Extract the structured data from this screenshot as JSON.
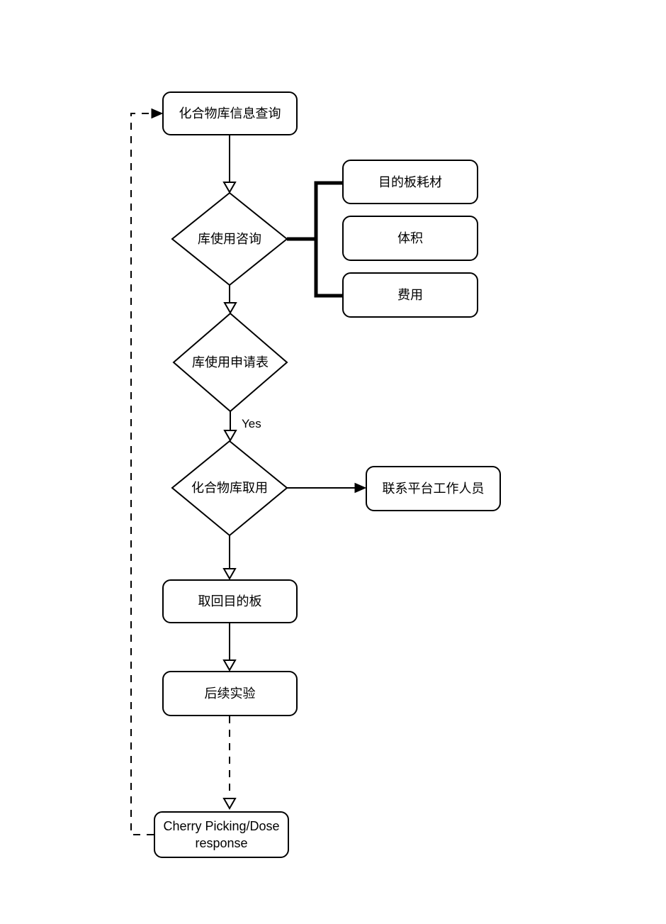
{
  "diagram": {
    "background_color": "#ffffff",
    "line_color": "#000000",
    "nodes": {
      "start": {
        "label": "化合物库信息查询",
        "shape": "rounded-rect"
      },
      "decision1": {
        "label": "库使用咨询",
        "shape": "diamond"
      },
      "info1": {
        "label": "目的板耗材",
        "shape": "rounded-rect"
      },
      "info2": {
        "label": "体积",
        "shape": "rounded-rect"
      },
      "info3": {
        "label": "费用",
        "shape": "rounded-rect"
      },
      "decision2": {
        "label": "库使用申请表",
        "shape": "diamond"
      },
      "decision3": {
        "label": "化合物库取用",
        "shape": "diamond"
      },
      "contact": {
        "label": "联系平台工作人员",
        "shape": "rounded-rect"
      },
      "retrieve": {
        "label": "取回目的板",
        "shape": "rounded-rect"
      },
      "followup": {
        "label": "后续实验",
        "shape": "rounded-rect"
      },
      "cherry": {
        "label": "Cherry Picking/Dose response",
        "shape": "rounded-rect"
      }
    },
    "edge_labels": {
      "yes": "Yes"
    }
  }
}
